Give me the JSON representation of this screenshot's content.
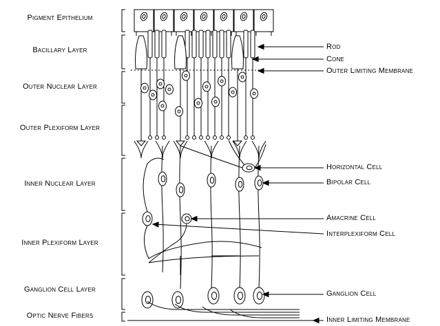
{
  "layers": [
    {
      "id": "pigment-epithelium",
      "label": "Pigment Epithelium"
    },
    {
      "id": "bacillary-layer",
      "label": "Bacillary Layer"
    },
    {
      "id": "outer-nuclear-layer",
      "label": "Outer Nuclear Layer"
    },
    {
      "id": "outer-plexiform-layer",
      "label": "Outer Plexiform Layer"
    },
    {
      "id": "inner-nuclear-layer",
      "label": "Inner Nuclear Layer"
    },
    {
      "id": "inner-plexiform-layer",
      "label": "Inner Plexiform Layer"
    },
    {
      "id": "ganglion-cell-layer",
      "label": "Ganglion Cell Layer"
    },
    {
      "id": "optic-nerve-fibers",
      "label": "Optic Nerve Fibers"
    }
  ],
  "callouts": [
    {
      "id": "rod",
      "label": "Rod"
    },
    {
      "id": "cone",
      "label": "Cone"
    },
    {
      "id": "outer-limiting-membrane",
      "label": "Outer Limiting Membrane"
    },
    {
      "id": "horizontal-cell",
      "label": "Horizontal Cell"
    },
    {
      "id": "bipolar-cell",
      "label": "Bipolar Cell"
    },
    {
      "id": "amacrine-cell",
      "label": "Amacrine Cell"
    },
    {
      "id": "interplexiform-cell",
      "label": "Interplexiform Cell"
    },
    {
      "id": "ganglion-cell",
      "label": "Ganglion Cell"
    },
    {
      "id": "inner-limiting-membrane",
      "label": "Inner Limiting Membrane"
    }
  ],
  "colors": {
    "ink": "#000000",
    "background": "#ffffff"
  }
}
